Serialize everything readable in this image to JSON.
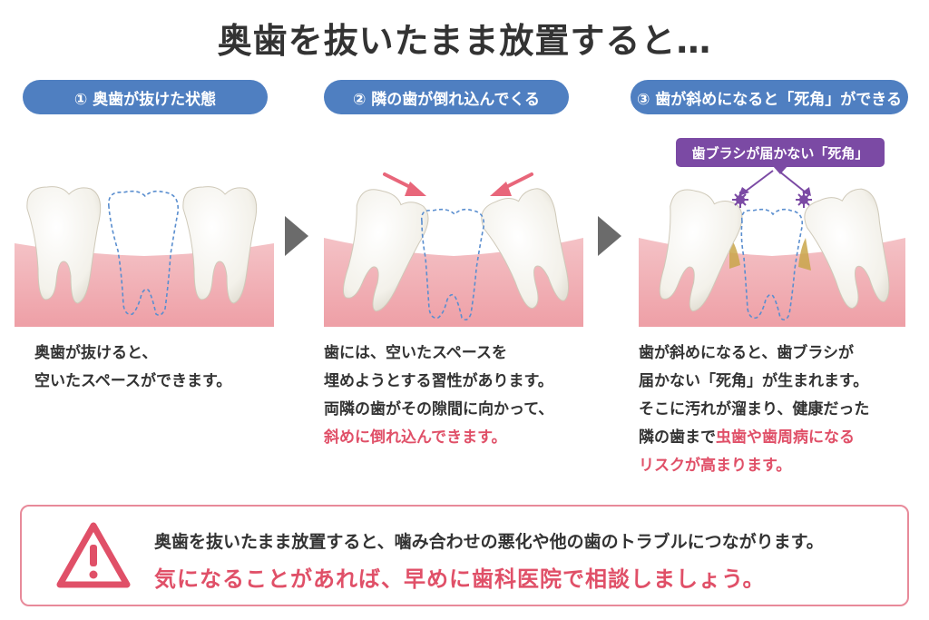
{
  "title": "奥歯を抜いたまま放置すると…",
  "steps": [
    {
      "label": "① 奥歯が抜けた状態",
      "lines": [
        {
          "text": "奥歯が抜けると、"
        },
        {
          "text": "空いたスペースができます。"
        }
      ]
    },
    {
      "label": "② 隣の歯が倒れ込んでくる",
      "lines": [
        {
          "text": "歯には、空いたスペースを"
        },
        {
          "text": "埋めようとする習性があります。"
        },
        {
          "text": "両隣の歯がその隙間に向かって、"
        },
        {
          "text": "斜めに倒れ込んできます。",
          "highlight": true
        }
      ]
    },
    {
      "label": "③ 歯が斜めになると「死角」ができる",
      "callout": "歯ブラシが届かない「死角」",
      "lines": [
        {
          "text": "歯が斜めになると、歯ブラシが"
        },
        {
          "text": "届かない「死角」が生まれます。"
        },
        {
          "text": "そこに汚れが溜まり、健康だった"
        },
        {
          "pre": "隣の歯まで",
          "hl": "虫歯や歯周病になる"
        },
        {
          "text": "リスクが高まります。",
          "highlight": true
        }
      ]
    }
  ],
  "warning": {
    "icon": "warning-triangle-icon",
    "line1": "奥歯を抜いたまま放置すると、噛み合わせの悪化や他の歯のトラブルにつながります。",
    "line2": "気になることがあれば、早めに歯科医院で相談しましょう。"
  },
  "colors": {
    "pill": "#4f7fc1",
    "accent": "#e05068",
    "callout": "#7b4aa4",
    "gum": "#f2b9bd",
    "arrow": "#e8667a"
  }
}
